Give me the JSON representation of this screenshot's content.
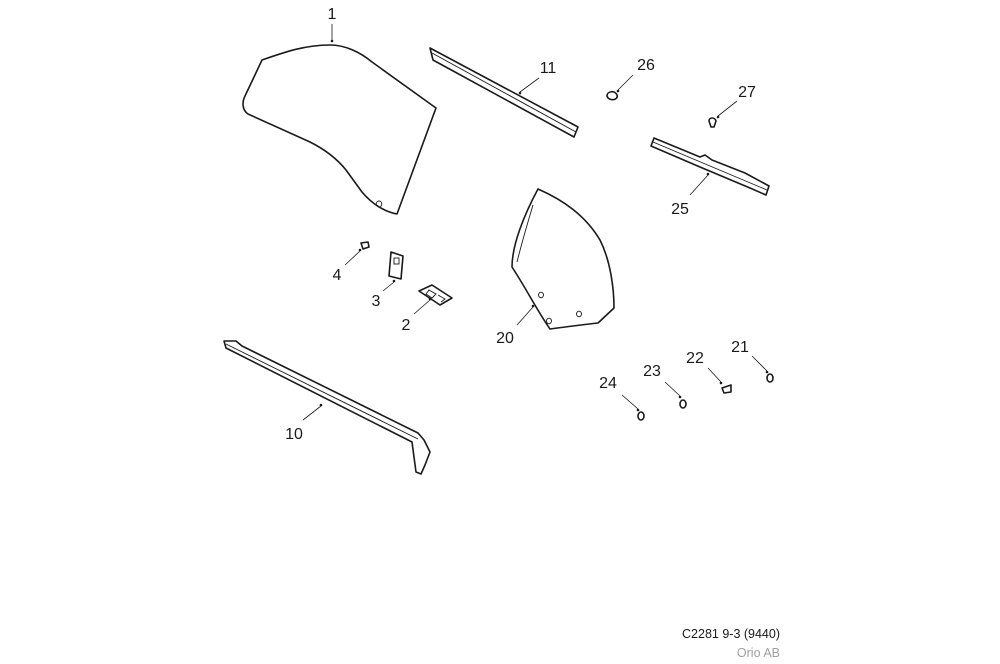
{
  "diagram": {
    "callouts": {
      "p1": "1",
      "p2": "2",
      "p3": "3",
      "p4": "4",
      "p10": "10",
      "p11": "11",
      "p20": "20",
      "p21": "21",
      "p22": "22",
      "p23": "23",
      "p24": "24",
      "p25": "25",
      "p26": "26",
      "p27": "27"
    },
    "footer": {
      "code": "C2281 9-3 (9440)",
      "owner": "Orio AB"
    },
    "colors": {
      "line": "#1a1a1a",
      "owner_text": "#a0a0a0",
      "background": "#ffffff"
    }
  }
}
